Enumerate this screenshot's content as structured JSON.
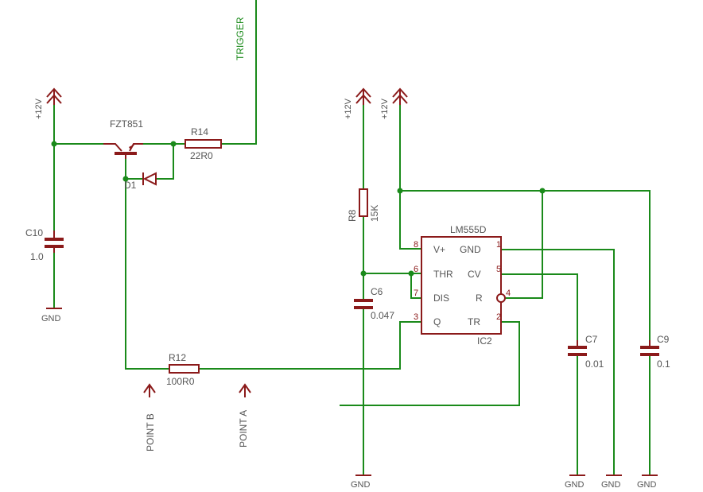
{
  "nets": {
    "trigger": "TRIGGER"
  },
  "supplies": {
    "p12v": "+12V",
    "gnd": "GND"
  },
  "components": {
    "q": {
      "name": "FZT851"
    },
    "d1": {
      "name": "D1"
    },
    "r14": {
      "name": "R14",
      "value": "22R0"
    },
    "r12": {
      "name": "R12",
      "value": "100R0"
    },
    "r8": {
      "name": "R8",
      "value": "15K"
    },
    "c10": {
      "name": "C10",
      "value": "1.0"
    },
    "c6": {
      "name": "C6",
      "value": "0.047"
    },
    "c7": {
      "name": "C7",
      "value": "0.01"
    },
    "c9": {
      "name": "C9",
      "value": "0.1"
    },
    "ic2": {
      "name": "IC2",
      "part": "LM555D",
      "pins": [
        {
          "num": "8",
          "label": "V+"
        },
        {
          "num": "6",
          "label": "THR"
        },
        {
          "num": "7",
          "label": "DIS"
        },
        {
          "num": "3",
          "label": "Q"
        },
        {
          "num": "1",
          "label": "GND"
        },
        {
          "num": "5",
          "label": "CV"
        },
        {
          "num": "4",
          "label": "R"
        },
        {
          "num": "2",
          "label": "TR"
        }
      ]
    }
  },
  "probes": {
    "a": "POINT A",
    "b": "POINT B"
  },
  "colors": {
    "wire": "#1a8a1a",
    "part": "#8b1a1a",
    "text": "#555555"
  }
}
